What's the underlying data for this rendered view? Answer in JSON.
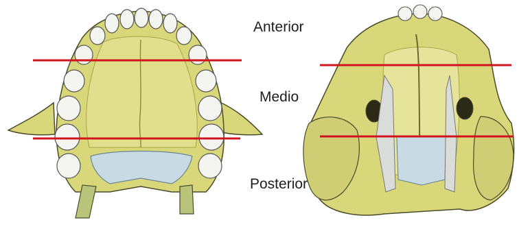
{
  "labels": {
    "anterior": "Anterior",
    "medio": "Medio",
    "posterior": "Posterior"
  },
  "colors": {
    "bone": "#d8d77a",
    "bone_dark": "#a8a64a",
    "teeth": "#f4f4f0",
    "soft_palate": "#c8dae3",
    "section_line": "#d0141e",
    "outline": "#4a4a2a"
  },
  "figures": [
    {
      "name": "hard-palate-inferior-view",
      "view": "inferior"
    },
    {
      "name": "hard-palate-superior-view",
      "view": "superior"
    }
  ]
}
